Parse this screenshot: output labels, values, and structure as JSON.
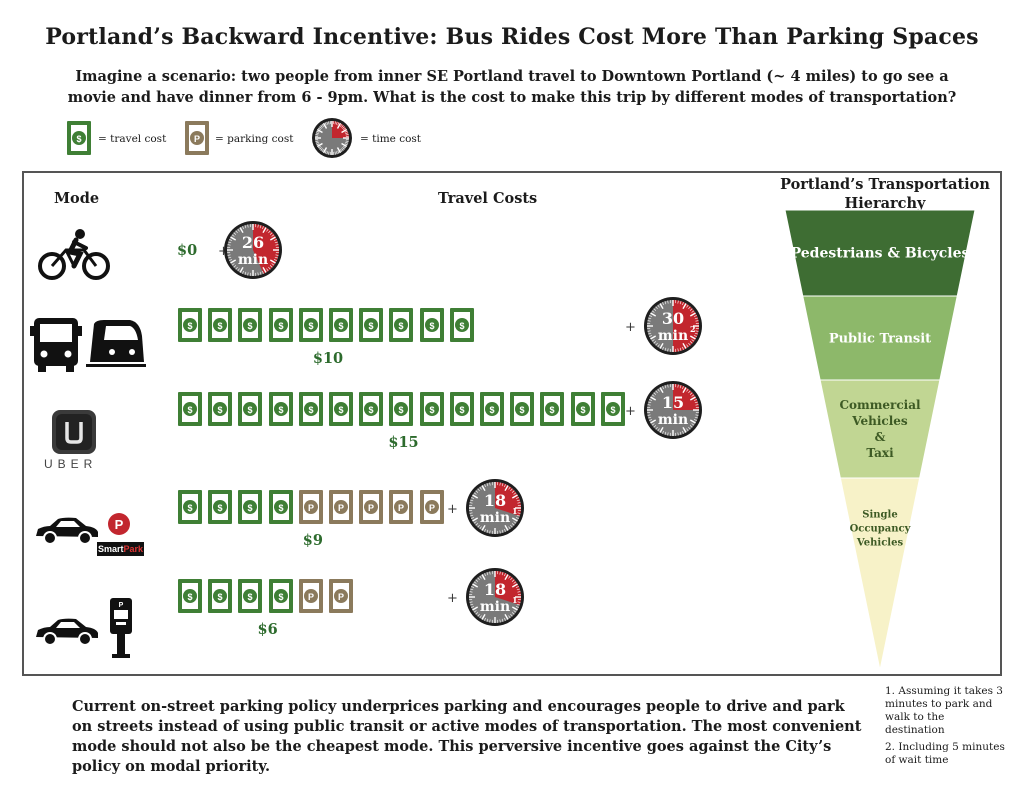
{
  "title": "Portland’s Backward Incentive: Bus Rides Cost More Than Parking Spaces",
  "subtitle": "Imagine a scenario: two people from inner SE Portland travel to Downtown Portland (~ 4 miles) to go see a movie and have dinner from 6 - 9pm. What is the cost to make this trip by different modes of transportation?",
  "legend": {
    "travel": "= travel cost",
    "parking": "= parking cost",
    "time": "= time cost"
  },
  "headers": {
    "mode": "Mode",
    "costs": "Travel Costs",
    "hierarchy": "Portland’s Transportation Hierarchy"
  },
  "modes": [
    {
      "mode": "bicycle",
      "travel_units": 0,
      "parking_units": 0,
      "total": "$0",
      "time": "26",
      "time_unit": "min",
      "footnote": ""
    },
    {
      "mode": "bus-and-light-rail",
      "travel_units": 10,
      "parking_units": 0,
      "total": "$10",
      "time": "30",
      "time_unit": "min",
      "footnote": "2"
    },
    {
      "mode": "uber",
      "travel_units": 15,
      "parking_units": 0,
      "total": "$15",
      "time": "15",
      "time_unit": "min",
      "footnote": ""
    },
    {
      "mode": "car-smartpark",
      "travel_units": 4,
      "parking_units": 5,
      "total": "$9",
      "time": "18",
      "time_unit": "min",
      "footnote": "1"
    },
    {
      "mode": "car-street-meter",
      "travel_units": 4,
      "parking_units": 2,
      "total": "$6",
      "time": "18",
      "time_unit": "min",
      "footnote": "1"
    }
  ],
  "plus": "+",
  "uber_label": "UBER",
  "smartpark": {
    "a": "Smart",
    "b": "Park"
  },
  "pyramid": [
    {
      "label": "Pedestrians & Bicycles",
      "color": "#3e6d33"
    },
    {
      "label": "Public Transit",
      "color": "#8db86a"
    },
    {
      "label": "Commercial Vehicles & Taxi",
      "color": "#c1d693"
    },
    {
      "label": "Single Occupancy Vehicles",
      "color": "#f7f2c8"
    }
  ],
  "footer": "Current on-street parking policy underprices parking and encourages people to drive and park on streets instead of using public transit or active modes of transportation. The most convenient mode should not also be the cheapest mode. This perversive incentive goes against the City’s policy on modal priority.",
  "notes": [
    "1. Assuming it takes 3 minutes to park and walk to the destination",
    "2. Including 5 minutes of wait time"
  ],
  "colors": {
    "travel": "#3f7f35",
    "parking": "#8b7a5c",
    "time_red": "#c2262e",
    "time_gray": "#7a7a7a"
  }
}
